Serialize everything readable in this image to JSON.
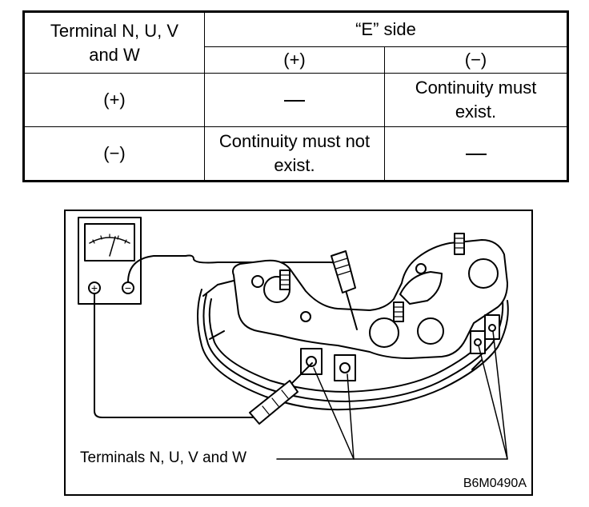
{
  "table": {
    "header": {
      "terminal": "Terminal N, U, V and W",
      "e_side": "“E” side",
      "plus": "(+)",
      "minus": "(−)"
    },
    "rows": [
      {
        "terminal": "(+)",
        "e_plus": "",
        "e_minus": "Continuity must exist."
      },
      {
        "terminal": "(−)",
        "e_plus": "Continuity must not exist.",
        "e_minus": ""
      }
    ]
  },
  "diagram": {
    "callout_label": "Terminals N, U, V and W",
    "figure_id": "B6M0490A",
    "meter_terminal_plus": "+",
    "meter_terminal_minus": "−"
  }
}
